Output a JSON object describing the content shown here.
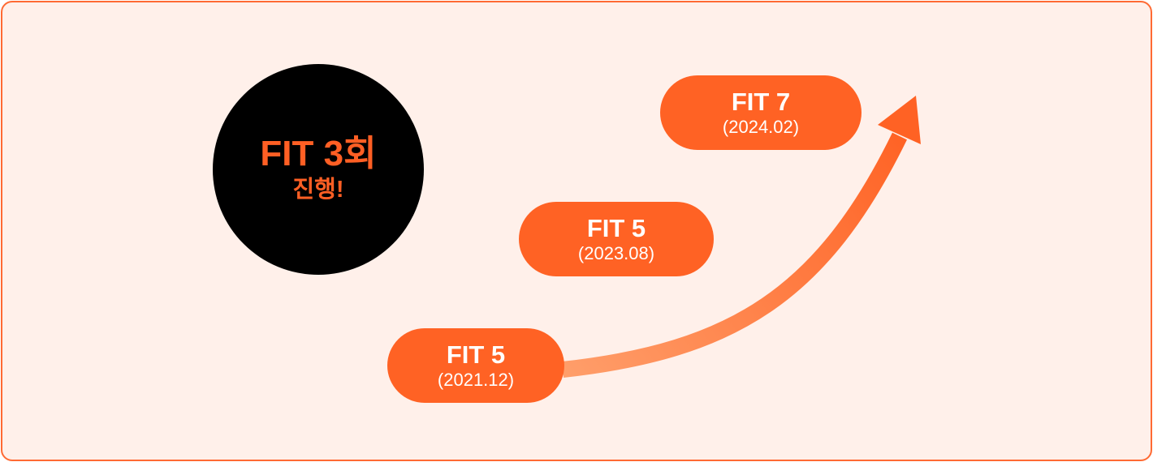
{
  "headline": {
    "title": "FIT 3회",
    "subtitle": "진행!"
  },
  "milestones": [
    {
      "name": "FIT 5",
      "date": "(2021.12)"
    },
    {
      "name": "FIT 5",
      "date": "(2023.08)"
    },
    {
      "name": "FIT 7",
      "date": "(2024.02)"
    }
  ],
  "colors": {
    "accent": "#ff6224",
    "arrow_start": "#ff9e6a",
    "arrow_end": "#ff6224",
    "background": "#fff0ea",
    "circle": "#000000"
  }
}
